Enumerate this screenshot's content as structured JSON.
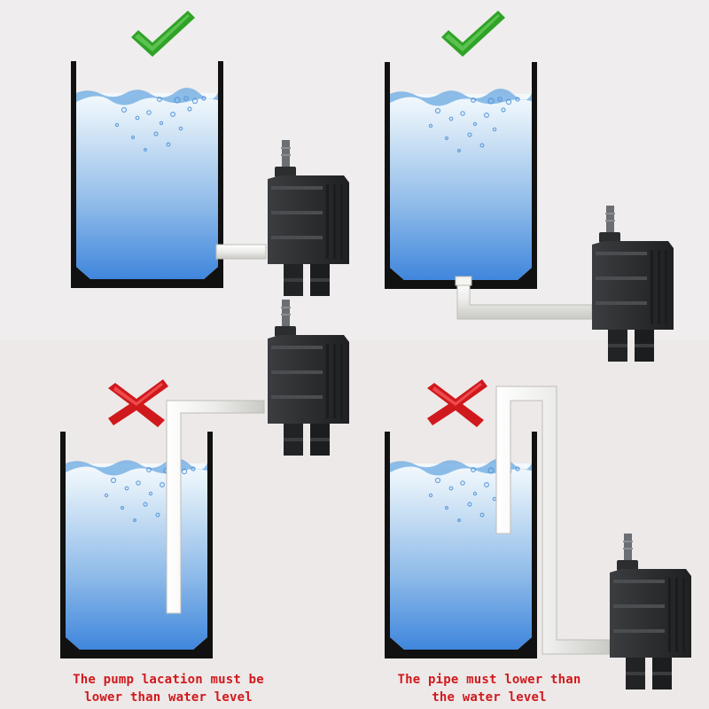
{
  "panels": [
    {
      "id": "top-left",
      "status": "correct",
      "status_icon": "checkmark-icon"
    },
    {
      "id": "top-right",
      "status": "correct",
      "status_icon": "checkmark-icon"
    },
    {
      "id": "bottom-left",
      "status": "wrong",
      "status_icon": "cross-icon"
    },
    {
      "id": "bottom-right",
      "status": "wrong",
      "status_icon": "cross-icon"
    }
  ],
  "captions": {
    "left": {
      "line1": "The pump lacation must be",
      "line2": "lower than water level"
    },
    "right": {
      "line1": "The pipe must lower than",
      "line2": "the water level"
    }
  },
  "colors": {
    "check": "#2fa327",
    "cross": "#d0191d",
    "caption": "#d0191d",
    "water_top": "#e8f3fb",
    "water_bottom": "#3f86dc",
    "tank_frame": "#111111",
    "pipe": "#eeeeea",
    "pump": "#2f3133"
  }
}
